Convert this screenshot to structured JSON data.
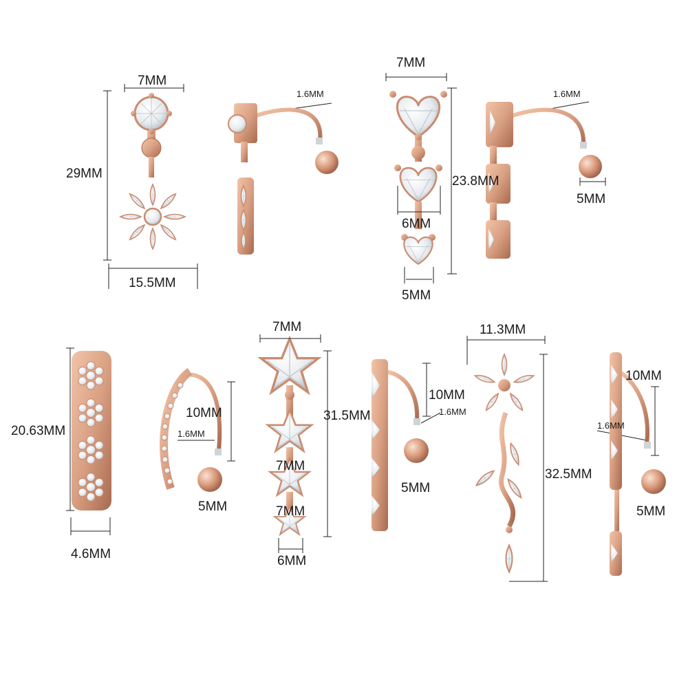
{
  "colors": {
    "rose_gold": "#d9a083",
    "rose_gold_dark": "#b06f55",
    "gem": "#eef1f4",
    "gem_edge": "#8c96a0",
    "dimension_line": "#222222",
    "background": "#ffffff"
  },
  "products": [
    {
      "name": "flower-dangle",
      "labels": {
        "top_width": "7MM",
        "height": "29MM",
        "bottom_width": "15.5MM",
        "bar_gauge": "1.6MM"
      }
    },
    {
      "name": "heart-dangle",
      "labels": {
        "top_width": "7MM",
        "height": "23.8MM",
        "middle_width": "6MM",
        "bottom_width": "5MM",
        "bar_gauge": "1.6MM",
        "ball": "5MM"
      }
    },
    {
      "name": "cluster-curve",
      "labels": {
        "height": "20.63MM",
        "width": "4.6MM",
        "bar_length": "10MM",
        "bar_gauge": "1.6MM",
        "ball": "5MM"
      }
    },
    {
      "name": "star-dangle",
      "labels": {
        "top_width": "7MM",
        "height": "31.5MM",
        "second_width": "7MM",
        "third_width": "7MM",
        "bottom_width": "6MM",
        "bar_length": "10MM",
        "bar_gauge": "1.6MM",
        "ball": "5MM"
      }
    },
    {
      "name": "leaf-vine-dangle",
      "labels": {
        "top_width": "11.3MM",
        "height": "32.5MM",
        "bar_length": "10MM",
        "bar_gauge": "1.6MM",
        "ball": "5MM"
      }
    }
  ]
}
